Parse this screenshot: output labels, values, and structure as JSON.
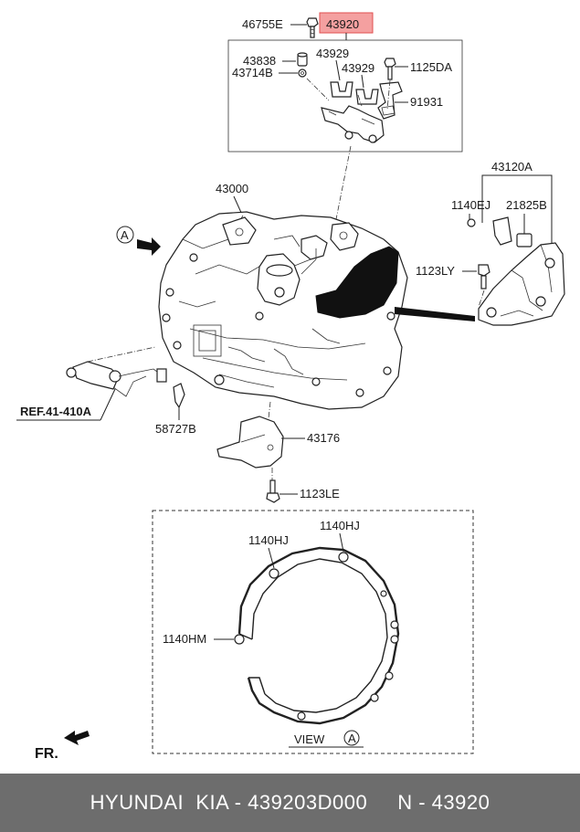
{
  "labels": {
    "p46755e": "46755E",
    "p43920": "43920",
    "p43838": "43838",
    "p43714b": "43714B",
    "p43929a": "43929",
    "p43929b": "43929",
    "p1125da": "1125DA",
    "p91931": "91931",
    "p43000": "43000",
    "p43120a": "43120A",
    "p1140ej": "1140EJ",
    "p21825b": "21825B",
    "p1123ly": "1123LY",
    "ref": "REF.41-410A",
    "p58727b": "58727B",
    "p43176": "43176",
    "p1123le": "1123LE",
    "p1140hj_a": "1140HJ",
    "p1140hj_b": "1140HJ",
    "p1140hm": "1140HM",
    "view_a_marker": "A",
    "view_text": "VIEW",
    "view_letter": "A",
    "fr": "FR."
  },
  "colors": {
    "highlight_fill": "#f4a0a0",
    "highlight_border": "#e05050",
    "footer_bg": "#6d6d6d"
  },
  "footer": {
    "text": "HYUNDAI  KIA - 439203D000     N - 43920"
  }
}
